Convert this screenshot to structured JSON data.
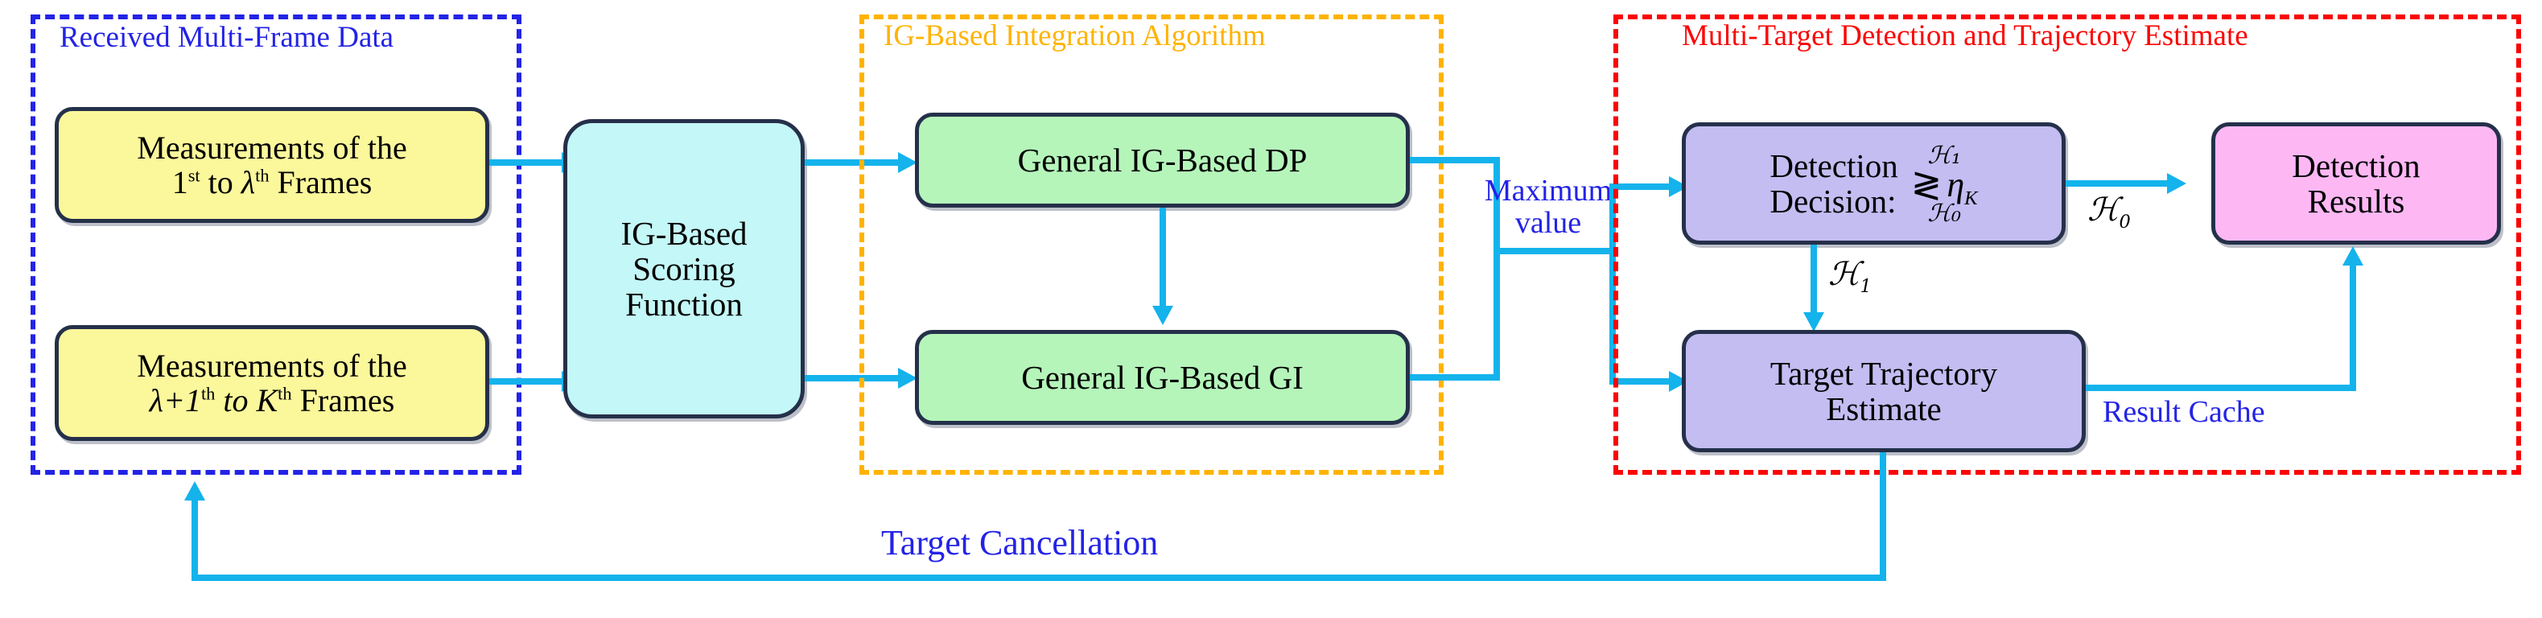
{
  "diagram": {
    "title": "IG-Based Multi-Frame Detection and Trajectory Estimation Flowchart",
    "colors": {
      "arrow": "#14b3ec",
      "group_blue": "#2323e6",
      "group_orange": "#ffb300",
      "group_red": "#fa0505",
      "node_border": "#25304a",
      "fill_yellow": "#fbf79b",
      "fill_cyan": "#c4f7f7",
      "fill_green": "#b5f5ba",
      "fill_purple": "#c3bdf2",
      "fill_pink": "#fdb8f4"
    }
  },
  "groups": {
    "received": {
      "title": "Received Multi-Frame Data"
    },
    "integration": {
      "title": "IG-Based Integration Algorithm"
    },
    "detection": {
      "title": "Multi-Target Detection and Trajectory Estimate"
    }
  },
  "nodes": {
    "meas_first": {
      "line1": "Measurements of the",
      "line2_a": "1",
      "line2_sup1": "st",
      "line2_b": " to ",
      "line2_lambda": "λ",
      "line2_sup2": "th",
      "line2_c": " Frames"
    },
    "meas_second": {
      "line1": "Measurements of the",
      "line2_a": "λ+1",
      "line2_sup1": "th",
      "line2_b": " to K",
      "line2_sup2": "th",
      "line2_c": " Frames"
    },
    "scoring": {
      "line1": "IG-Based",
      "line2": "Scoring",
      "line3": "Function"
    },
    "dp": {
      "label": "General IG-Based DP"
    },
    "gi": {
      "label": "General IG-Based GI"
    },
    "decision": {
      "line1": "Detection",
      "line2": "Decision:",
      "math_top": "ℋ₁",
      "math_mid": "≷",
      "math_eta": "η",
      "math_eta_sub": "K",
      "math_bot": "ℋ₀"
    },
    "results": {
      "line1": "Detection",
      "line2": "Results"
    },
    "trajectory": {
      "line1": "Target  Trajectory",
      "line2": "Estimate"
    }
  },
  "labels": {
    "maximum_value": {
      "line1": "Maximum",
      "line2": "value"
    },
    "h0_to_results": {
      "sym": "ℋ",
      "sub": "0"
    },
    "h1_to_trajectory": {
      "sym": "ℋ",
      "sub": "1"
    },
    "result_cache": "Result Cache",
    "target_cancellation": "Target Cancellation"
  }
}
